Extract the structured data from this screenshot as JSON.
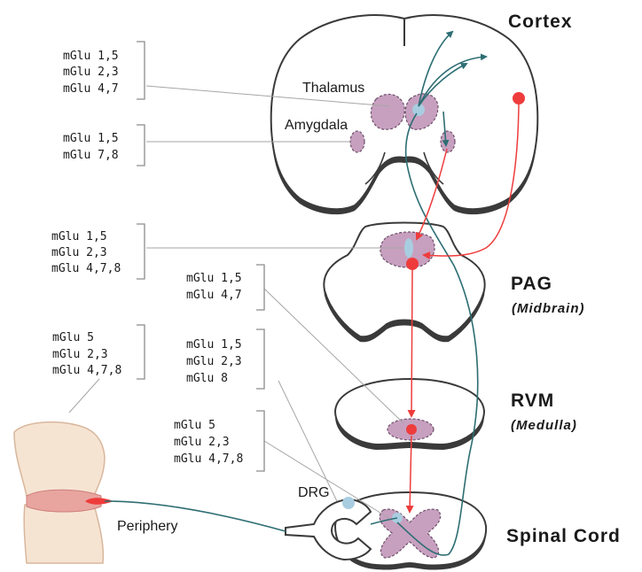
{
  "regions": {
    "cortex": {
      "title": "Cortex"
    },
    "pag": {
      "title": "PAG",
      "subtitle": "(Midbrain)"
    },
    "rvm": {
      "title": "RVM",
      "subtitle": "(Medulla)"
    },
    "spinal_cord": {
      "title": "Spinal Cord"
    },
    "thalamus": "Thalamus",
    "amygdala": "Amygdala",
    "drg": "DRG",
    "periphery": "Periphery"
  },
  "receptor_groups": {
    "thalamus": [
      "mGlu 1,5",
      "mGlu 2,3",
      "mGlu 4,7"
    ],
    "amygdala": [
      "mGlu 1,5",
      "mGlu 7,8"
    ],
    "pag": [
      "mGlu 1,5",
      "mGlu 2,3",
      "mGlu 4,7,8"
    ],
    "rvm_upper": [
      "mGlu 1,5",
      "mGlu 4,7"
    ],
    "drg": [
      "mGlu 1,5",
      "mGlu 2,3",
      "mGlu 8"
    ],
    "spinal_cord": [
      "mGlu 5",
      "mGlu 2,3",
      "mGlu 4,7,8"
    ],
    "periphery": [
      "mGlu 5",
      "mGlu 2,3",
      "mGlu 4,7,8"
    ]
  },
  "colors": {
    "ascending_pathway": "#2d6e73",
    "descending_pathway": "#ee3c3c",
    "nucleus": "#c7a0bf",
    "receptor_site": "#a9cde0"
  }
}
